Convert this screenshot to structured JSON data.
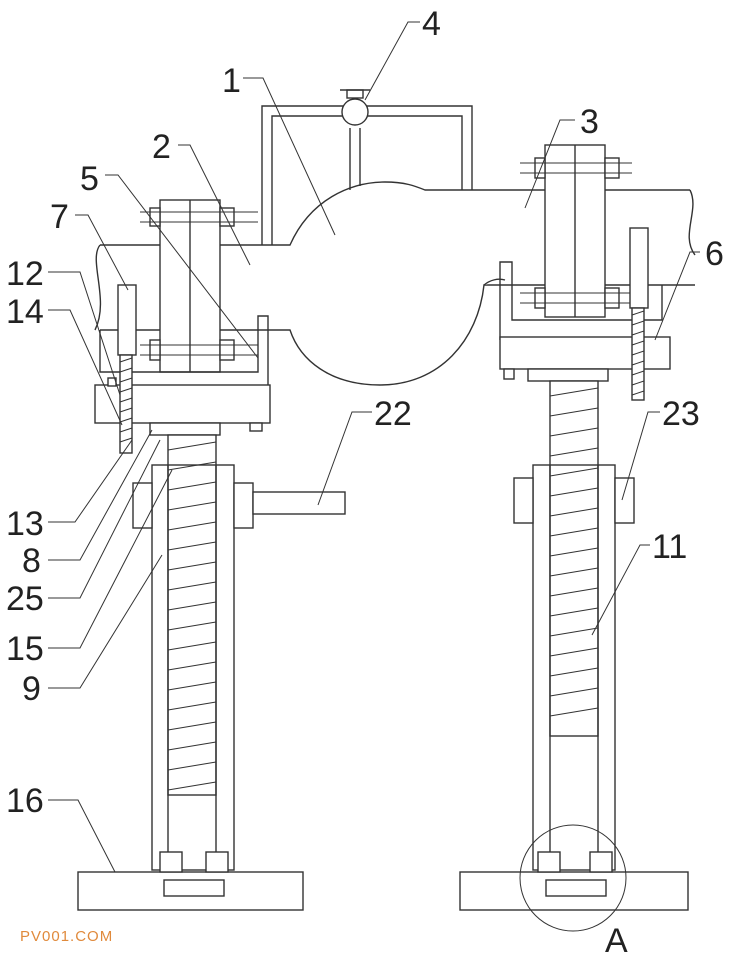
{
  "labels": {
    "l1": "1",
    "l2": "2",
    "l3": "3",
    "l4": "4",
    "l5": "5",
    "l6": "6",
    "l7": "7",
    "l8": "8",
    "l9": "9",
    "l11": "11",
    "l12": "12",
    "l13": "13",
    "l14": "14",
    "l15": "15",
    "l16": "16",
    "l22": "22",
    "l23": "23",
    "l25": "25",
    "detailA": "A"
  },
  "watermark": "PV001.COM"
}
